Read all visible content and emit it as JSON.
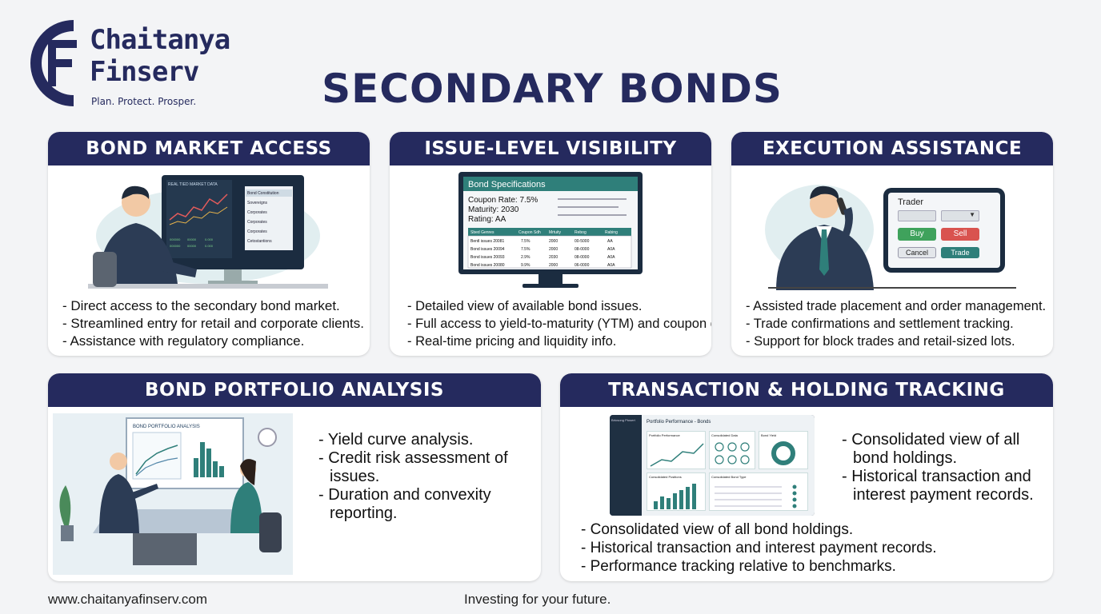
{
  "brand": {
    "name_line1": "Chaitanya",
    "name_line2": "Finserv",
    "tagline": "Plan. Protect. Prosper."
  },
  "title": "SECONDARY BONDS",
  "cards": {
    "market_access": {
      "title": "BOND MARKET ACCESS",
      "screen_title": "REAL TIED MARKET DATA",
      "screen_list": [
        "Bond Constitution",
        "Sovereigns",
        "Corporates",
        "Corporates",
        "Corporates",
        "Cetostantions"
      ],
      "bullets": [
        "- Direct access to the secondary bond market.",
        "- Streamlined entry for retail and corporate clients.",
        "- Assistance with regulatory compliance."
      ]
    },
    "issue_visibility": {
      "title": "ISSUE-LEVEL VISIBILITY",
      "spec_title": "Bond Specifications",
      "spec_lines": [
        "Coupon Rate: 7.5%",
        "Maturity: 2030",
        "Rating: AA"
      ],
      "table_headers": [
        "Sbed Genres",
        "Coupon Sdh",
        "Mrtuity",
        "Rebog",
        "Rabing"
      ],
      "table_rows": [
        [
          "Bentl issues 20081",
          "7.5%",
          "2000",
          "00-5000",
          "AA"
        ],
        [
          "Bond issues 20094",
          "7.5%",
          "2000",
          "08-0000",
          "A0A"
        ],
        [
          "Bond issues 20093",
          "2.9%",
          "2030",
          "08-0000",
          "A0A"
        ],
        [
          "Bond issues 20080",
          "9.9%",
          "2000",
          "06-0000",
          "A0A"
        ]
      ],
      "bullets": [
        "- Detailed view of available bond issues.",
        "- Full access to yield-to-maturity (YTM) and coupon data.",
        "- Real-time pricing and liquidity info."
      ]
    },
    "execution": {
      "title": "EXECUTION ASSISTANCE",
      "tablet_label": "Trader",
      "buy_label": "Buy",
      "sell_label": "Sell",
      "cancel_label": "Cancel",
      "trade_label": "Trade",
      "bullets": [
        "- Assisted trade placement and order management.",
        "- Trade confirmations and settlement tracking.",
        "- Support for block trades and retail-sized lots."
      ]
    },
    "portfolio": {
      "title": "BOND PORTFOLIO ANALYSIS",
      "board_title": "BOND PORTFOLIO ANALYSIS",
      "bullets": [
        "- Yield curve analysis.",
        "- Credit risk assessment of issues.",
        "- Duration and convexity reporting."
      ]
    },
    "tracking": {
      "title": "TRANSACTION & HOLDING TRACKING",
      "dash_app": "Brtosong Ptosert",
      "dash_title": "Portfolio Performance - Bonds",
      "dash_panels": [
        "Portfolio Performance",
        "Consolidated Data",
        "Bond Yield",
        "Consolidated Positions",
        "Consolidated Bond Type"
      ],
      "side_bullets": [
        "- Consolidated view of all bond holdings.",
        "- Historical transaction and interest payment records."
      ],
      "bullets": [
        "- Consolidated view of all bond holdings.",
        "- Historical transaction and interest payment records.",
        "- Performance tracking relative to benchmarks."
      ]
    }
  },
  "footer": {
    "url": "www.chaitanyafinserv.com",
    "tagline": "Investing for your future."
  },
  "colors": {
    "navy": "#252a5e",
    "teal": "#2f7f7a",
    "buy_green": "#3fa25c",
    "sell_red": "#d9534f"
  }
}
